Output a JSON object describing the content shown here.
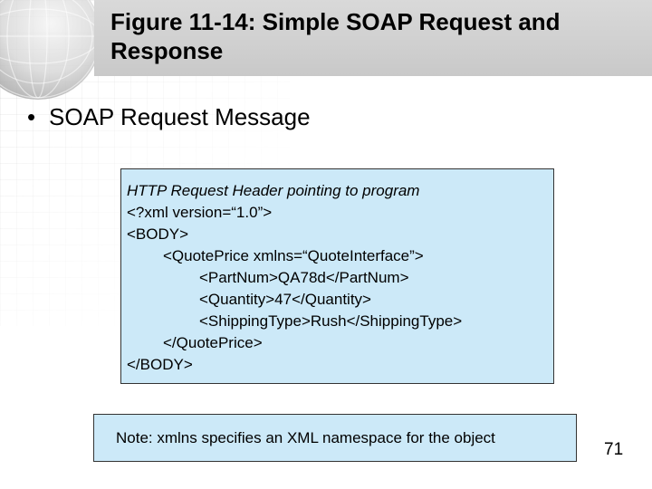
{
  "title": "Figure 11-14: Simple SOAP Request and Response",
  "bullet": {
    "symbol": "•",
    "text": "SOAP Request Message"
  },
  "code_box": {
    "lines": [
      "HTTP Request Header pointing to program",
      "<?xml version=“1.0”>",
      "<BODY>",
      "<QuotePrice xmlns=“QuoteInterface”>",
      "<PartNum>QA78d</PartNum>",
      "<Quantity>47</Quantity>",
      "<ShippingType>Rush</ShippingType>",
      "</QuotePrice>",
      "</BODY>"
    ]
  },
  "note": "Note: xmlns specifies an XML namespace for the object",
  "page_number": "71",
  "colors": {
    "box_fill": "#cce9f8",
    "title_bar": "#d0d0d0"
  }
}
